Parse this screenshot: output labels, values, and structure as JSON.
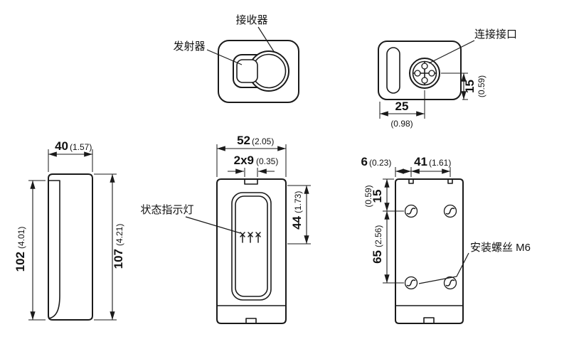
{
  "drawing": {
    "line_color": "#1a1a1a",
    "background": "#ffffff"
  },
  "top_view": {
    "receiver_label": "接收器",
    "transmitter_label": "发射器"
  },
  "connector_view": {
    "connector_label": "连接接口",
    "width_mm": "25",
    "width_in": "(0.98)",
    "height_mm": "15",
    "height_in": "(0.59)"
  },
  "side_view": {
    "depth_mm": "40",
    "depth_in": "(1.57)",
    "front_height_mm": "102",
    "front_height_in": "(4.01)",
    "total_height_mm": "107",
    "total_height_in": "(4.21)"
  },
  "front_view": {
    "status_led_label": "状态指示灯",
    "width_mm": "52",
    "width_in": "(2.05)",
    "slot_mm": "2x9",
    "slot_in": "(0.35)",
    "window_height_mm": "44",
    "window_height_in": "(1.73)"
  },
  "back_view": {
    "mounting_screw_label": "安装螺丝 M6",
    "edge_offset_mm": "6",
    "edge_offset_in": "(0.23)",
    "hole_spacing_h_mm": "41",
    "hole_spacing_h_in": "(1.61)",
    "top_offset_mm": "15",
    "top_offset_in": "(0.59)",
    "hole_spacing_v_mm": "65",
    "hole_spacing_v_in": "(2.56)"
  }
}
